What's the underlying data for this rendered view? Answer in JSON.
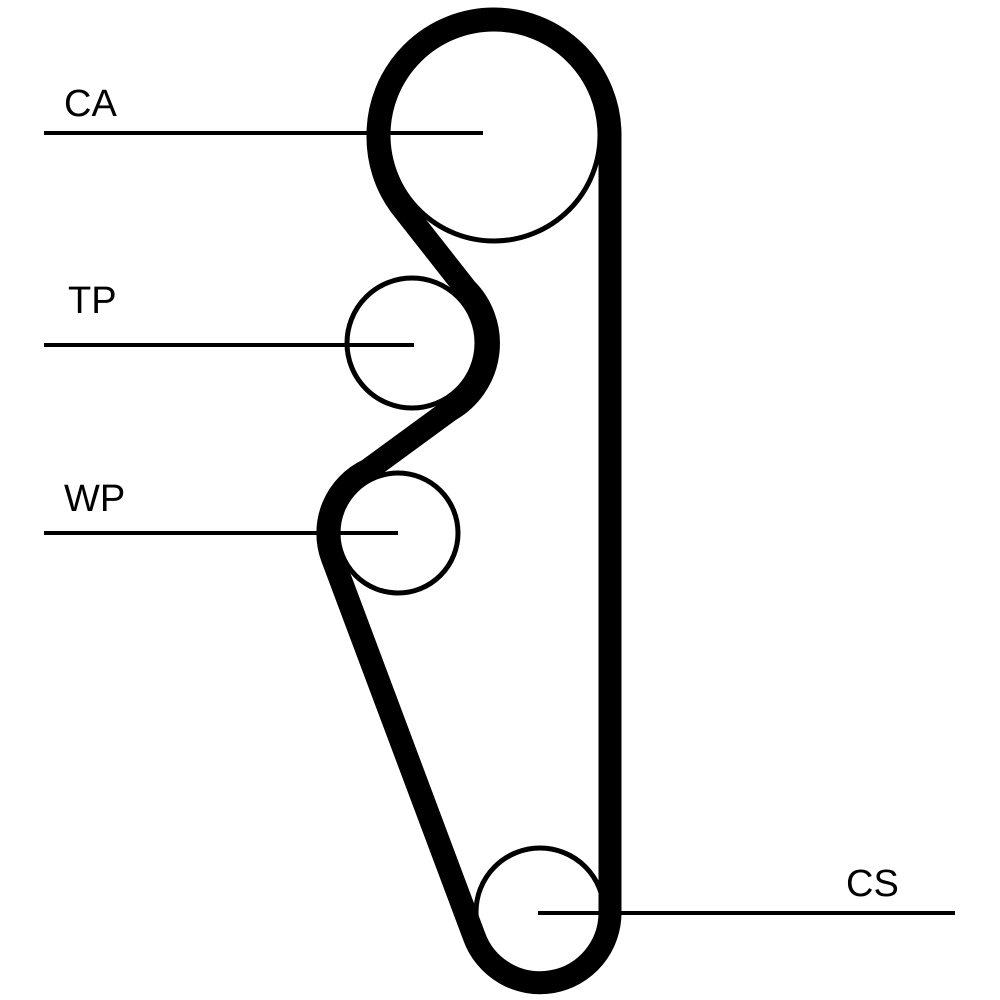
{
  "diagram": {
    "type": "timing-belt-layout",
    "colors": {
      "line": "#000000",
      "background": "#ffffff"
    },
    "pulleys": [
      {
        "id": "ca",
        "label": "CA"
      },
      {
        "id": "tp",
        "label": "TP"
      },
      {
        "id": "wp",
        "label": "WP"
      },
      {
        "id": "cs",
        "label": "CS"
      }
    ]
  }
}
